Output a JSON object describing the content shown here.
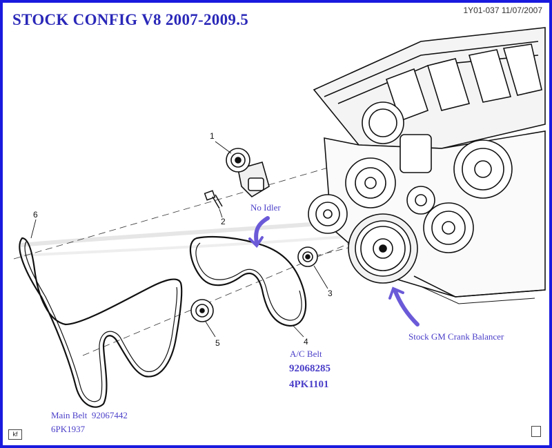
{
  "title": "STOCK CONFIG V8  2007-2009.5",
  "reference": "1Y01-037  11/07/2007",
  "callouts": [
    "1",
    "2",
    "3",
    "4",
    "5",
    "6"
  ],
  "annotations": {
    "no_idler": "No Idler",
    "crank_balancer": "Stock GM Crank Balancer",
    "ac_belt": {
      "name": "A/C Belt",
      "part_number": "92068285",
      "belt_code": "4PK1101"
    },
    "main_belt": {
      "name": "Main Belt",
      "part_number": "92067442",
      "belt_code": "6PK1937"
    }
  },
  "corner_tag": "kf",
  "colors": {
    "frame": "#1a1adf",
    "annotation": "#4a3ec8",
    "title": "#2a28b8",
    "arrow": "#6b5ad8"
  }
}
